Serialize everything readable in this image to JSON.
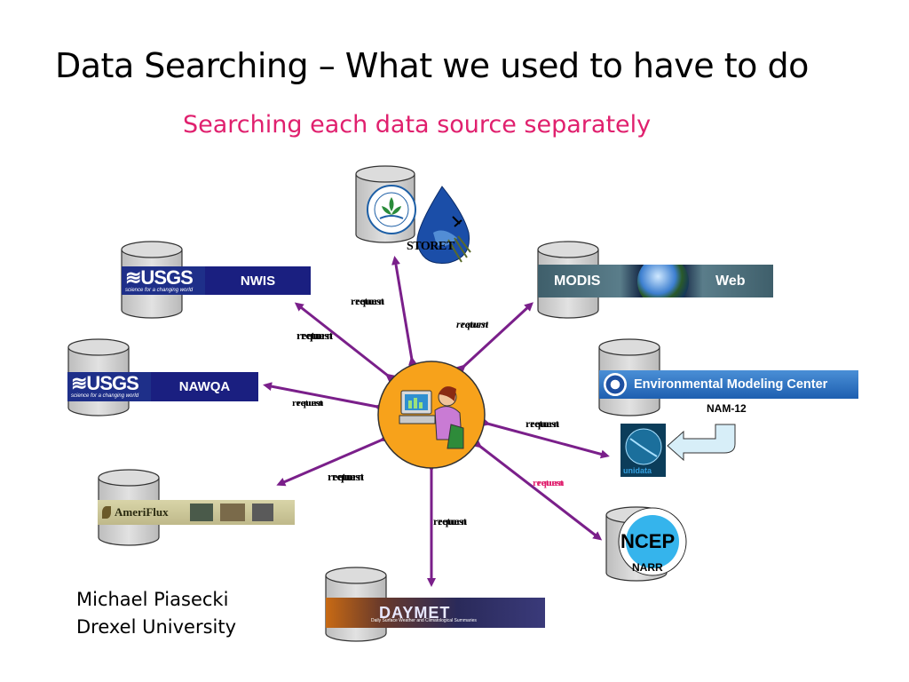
{
  "slide": {
    "title": "Data Searching – What we used to have to do",
    "subtitle": "Searching each data source separately",
    "author_line1": "Michael Piasecki",
    "author_line2": "Drexel University"
  },
  "sources": {
    "nwis": {
      "logo_text": "≋USGS",
      "tagline": "science for a changing world",
      "name": "NWIS"
    },
    "nawqa": {
      "logo_text": "≋USGS",
      "tagline": "science for a changing world",
      "name": "NAWQA"
    },
    "storet": {
      "name": "STORET"
    },
    "modis": {
      "left_text": "MODIS",
      "right_text": "Web"
    },
    "emc": {
      "name": "Environmental Modeling Center",
      "sub": "NAM-12"
    },
    "unidata": {
      "name": "unidata"
    },
    "ncep": {
      "name": "NCEP",
      "sub": "NARR"
    },
    "daymet": {
      "name": "DAYMET",
      "tagline": "Daily Surface Weather and Climatological Summaries"
    },
    "ameriflux": {
      "name": "AmeriFlux"
    }
  },
  "labels": {
    "request": "request",
    "return": "return"
  },
  "colors": {
    "arrow": "#7a1f8a",
    "subtitle": "#e0206e",
    "hub": "#f7a21b",
    "db_fill": "#cfcfcf",
    "ncep_label": "#e0206e"
  }
}
